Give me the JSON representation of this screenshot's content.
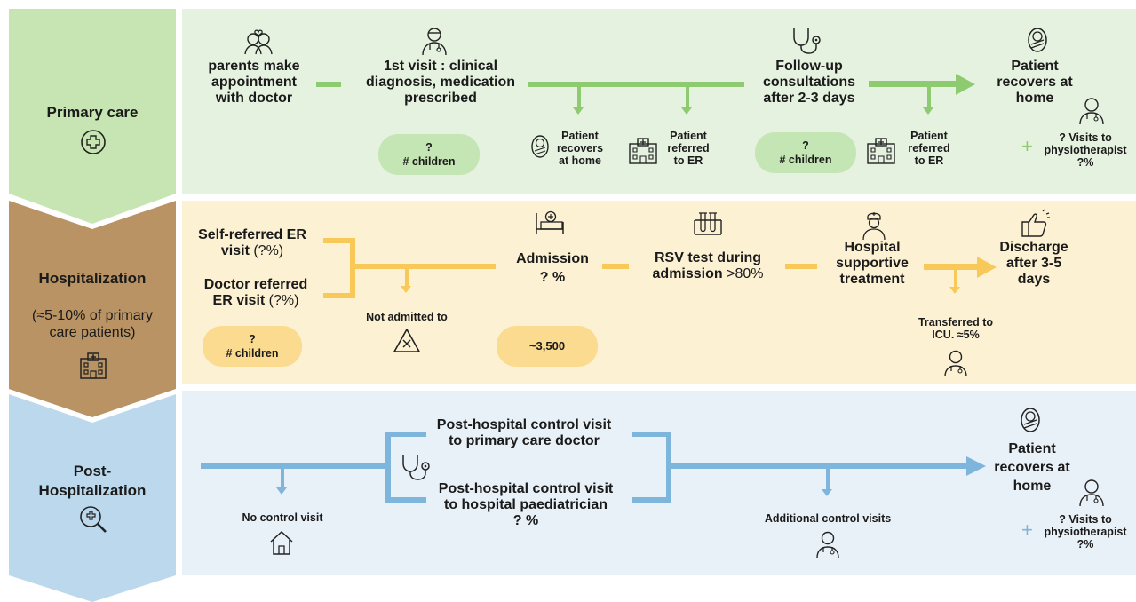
{
  "colors": {
    "green_band": "#e6f2e0",
    "green_line": "#8ecb70",
    "green_pill": "#c4e5b4",
    "green_stage": "#c6e5b3",
    "yellow_band": "#fdf1d4",
    "yellow_line": "#f8c859",
    "yellow_pill": "#fbdb8f",
    "yellow_stage": "#b99363",
    "blue_band": "#e9f1f8",
    "blue_line": "#7db5dc",
    "blue_stage": "#bcd8ec"
  },
  "stages": {
    "primary": {
      "label": "Primary care",
      "icon": "plus-circle-icon"
    },
    "hospitalization": {
      "label": "Hospitalization",
      "sub_line1": "(≈5-10% of primary",
      "sub_line2": "care patients)",
      "icon": "hospital-icon"
    },
    "post": {
      "label_line1": "Post-",
      "label_line2": "Hospitalization",
      "icon": "magnifier-plus-icon"
    }
  },
  "primary": {
    "step1": [
      "parents make",
      "appointment",
      "with doctor"
    ],
    "step2": [
      "1st visit : clinical",
      "diagnosis, medication",
      "prescribed"
    ],
    "step3": [
      "Follow-up",
      "consultations",
      "after 2-3 days"
    ],
    "step4": [
      "Patient",
      "recovers at",
      "home"
    ],
    "pill1": [
      "?",
      "# children"
    ],
    "pill2": [
      "?",
      "# children"
    ],
    "branch_recover": [
      "Patient",
      "recovers",
      "at home"
    ],
    "branch_er1": [
      "Patient",
      "referred",
      "to ER"
    ],
    "branch_er2": [
      "Patient",
      "referred",
      "to ER"
    ],
    "physio": [
      "? Visits to",
      "physiotherapist",
      "?%"
    ],
    "plus": "+"
  },
  "hospital": {
    "self_referred": [
      "Self-referred ER",
      "visit "
    ],
    "self_referred_pct": "(?%)",
    "doctor_referred": [
      "Doctor referred",
      "ER visit "
    ],
    "doctor_referred_pct": "(?%)",
    "pill_children": [
      "?",
      "# children"
    ],
    "not_admitted": "Not admitted to",
    "admission": [
      "Admission",
      "? %"
    ],
    "pill_admission": "~3,500",
    "rsv_line1": "RSV test during",
    "rsv_line2_bold": "admission ",
    "rsv_line2_pct": ">80%",
    "supportive": [
      "Hospital",
      "supportive",
      "treatment"
    ],
    "discharge": [
      "Discharge",
      "after 3-5",
      "days"
    ],
    "icu": [
      "Transferred to",
      "ICU. ≈5%"
    ]
  },
  "post": {
    "no_control": "No control visit",
    "visit_primary": [
      "Post-hospital control visit",
      "to primary care doctor"
    ],
    "visit_paed": [
      "Post-hospital control visit",
      "to hospital paediatrician",
      "? %"
    ],
    "additional": "Additional control visits",
    "recover": [
      "Patient",
      "recovers at",
      "home"
    ],
    "physio": [
      "? Visits to",
      "physiotherapist",
      "?%"
    ],
    "plus": "+"
  }
}
